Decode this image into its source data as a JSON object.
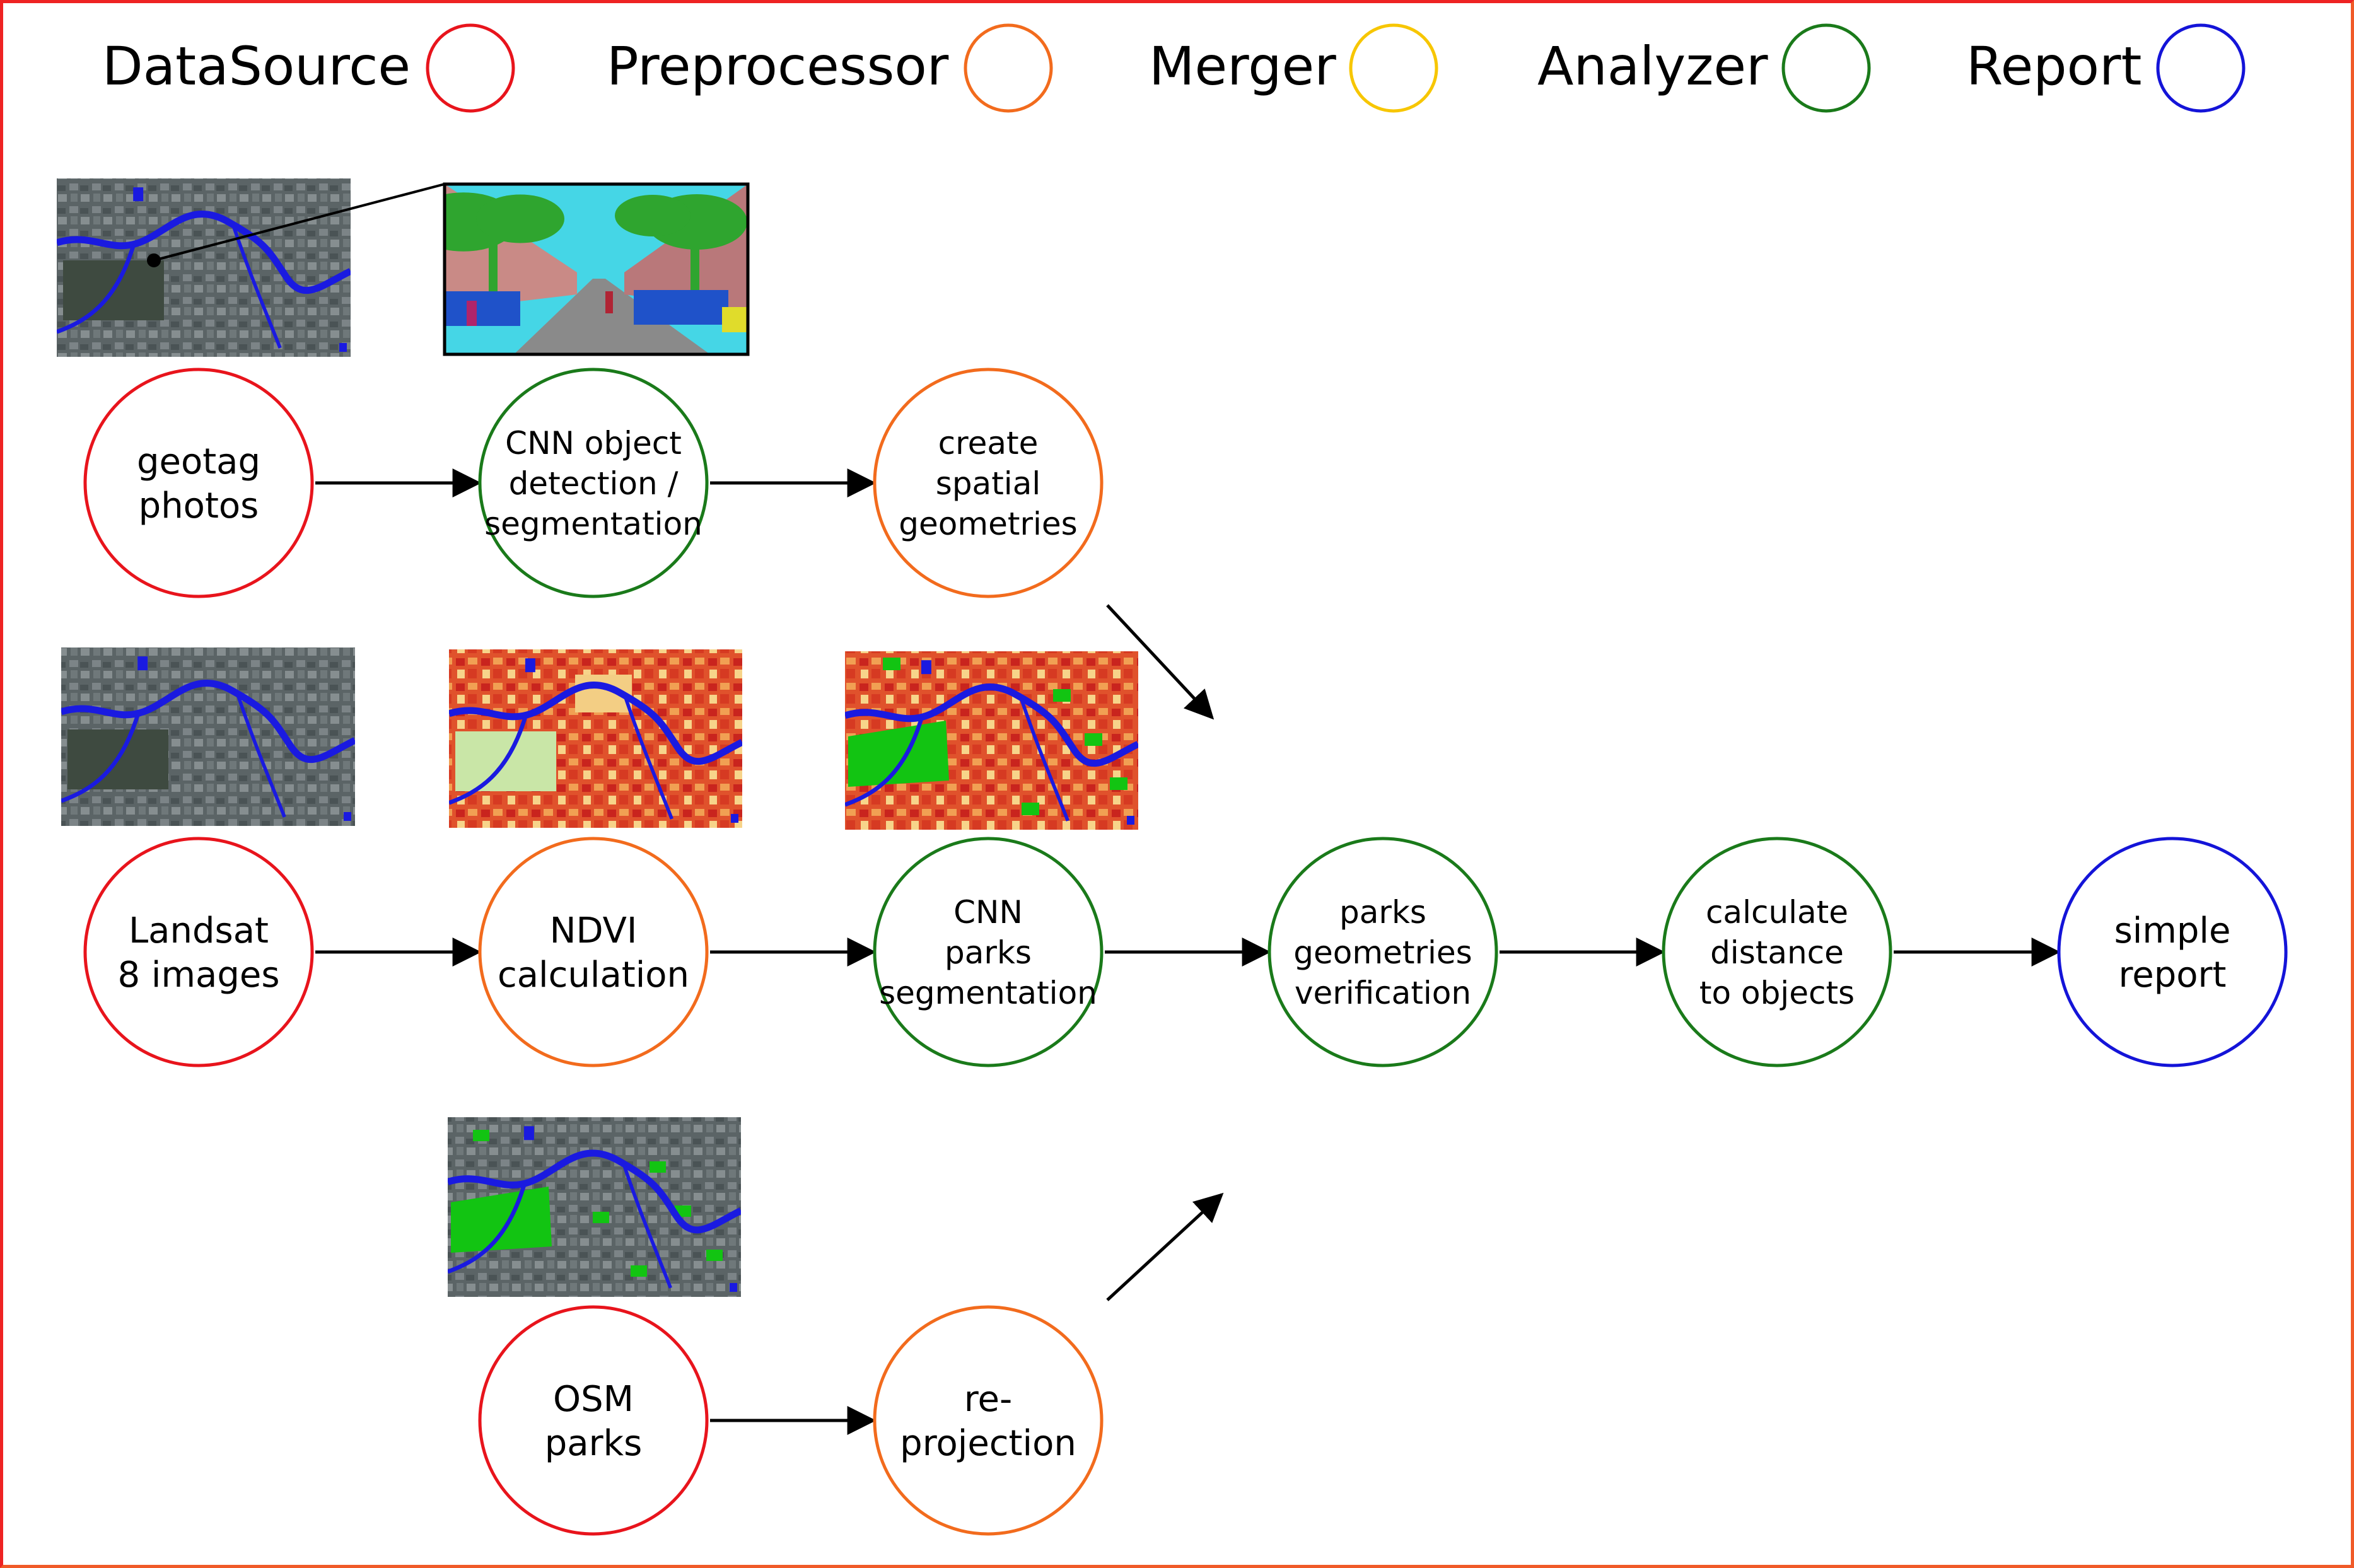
{
  "colors": {
    "datasource": "#e8141c",
    "preprocessor": "#f26b1d",
    "merger": "#f7c600",
    "analyzer": "#1a7a1a",
    "report": "#1414d8",
    "edge": "#000000"
  },
  "legend": [
    {
      "id": "datasource",
      "label": "DataSource"
    },
    {
      "id": "preprocessor",
      "label": "Preprocessor"
    },
    {
      "id": "merger",
      "label": "Merger"
    },
    {
      "id": "analyzer",
      "label": "Analyzer"
    },
    {
      "id": "report",
      "label": "Report"
    }
  ],
  "nodes": [
    {
      "id": "geotag",
      "category": "datasource",
      "lines": [
        "geotag",
        "photos"
      ]
    },
    {
      "id": "cnn_detect",
      "category": "analyzer",
      "lines": [
        "CNN object",
        "detection /",
        "segmentation"
      ]
    },
    {
      "id": "spatial",
      "category": "preprocessor",
      "lines": [
        "create",
        "spatial",
        "geometries"
      ]
    },
    {
      "id": "landsat",
      "category": "datasource",
      "lines": [
        "Landsat",
        "8 images"
      ]
    },
    {
      "id": "ndvi",
      "category": "preprocessor",
      "lines": [
        "NDVI",
        "calculation"
      ]
    },
    {
      "id": "cnn_parks",
      "category": "analyzer",
      "lines": [
        "CNN",
        "parks",
        "segmentation"
      ]
    },
    {
      "id": "verify",
      "category": "analyzer",
      "lines": [
        "parks",
        "geometries",
        "verification"
      ]
    },
    {
      "id": "distance",
      "category": "analyzer",
      "lines": [
        "calculate",
        "distance",
        "to objects"
      ]
    },
    {
      "id": "report",
      "category": "report",
      "lines": [
        "simple",
        "report"
      ]
    },
    {
      "id": "osm",
      "category": "datasource",
      "lines": [
        "OSM",
        "parks"
      ]
    },
    {
      "id": "reproj",
      "category": "preprocessor",
      "lines": [
        "re-",
        "projection"
      ]
    }
  ],
  "edges": [
    {
      "from": "geotag",
      "to": "cnn_detect"
    },
    {
      "from": "cnn_detect",
      "to": "spatial"
    },
    {
      "from": "spatial",
      "to": "verify"
    },
    {
      "from": "landsat",
      "to": "ndvi"
    },
    {
      "from": "ndvi",
      "to": "cnn_parks"
    },
    {
      "from": "cnn_parks",
      "to": "verify"
    },
    {
      "from": "verify",
      "to": "distance"
    },
    {
      "from": "distance",
      "to": "report"
    },
    {
      "from": "osm",
      "to": "reproj"
    },
    {
      "from": "reproj",
      "to": "verify"
    }
  ],
  "thumbnails": [
    {
      "id": "map-satellite-geotag",
      "style": "satellite"
    },
    {
      "id": "street-segmentation",
      "style": "street"
    },
    {
      "id": "map-satellite-landsat",
      "style": "satellite"
    },
    {
      "id": "map-ndvi",
      "style": "ndvi"
    },
    {
      "id": "map-parks-segmentation",
      "style": "parks-seg"
    },
    {
      "id": "map-osm-parks",
      "style": "osm"
    }
  ]
}
